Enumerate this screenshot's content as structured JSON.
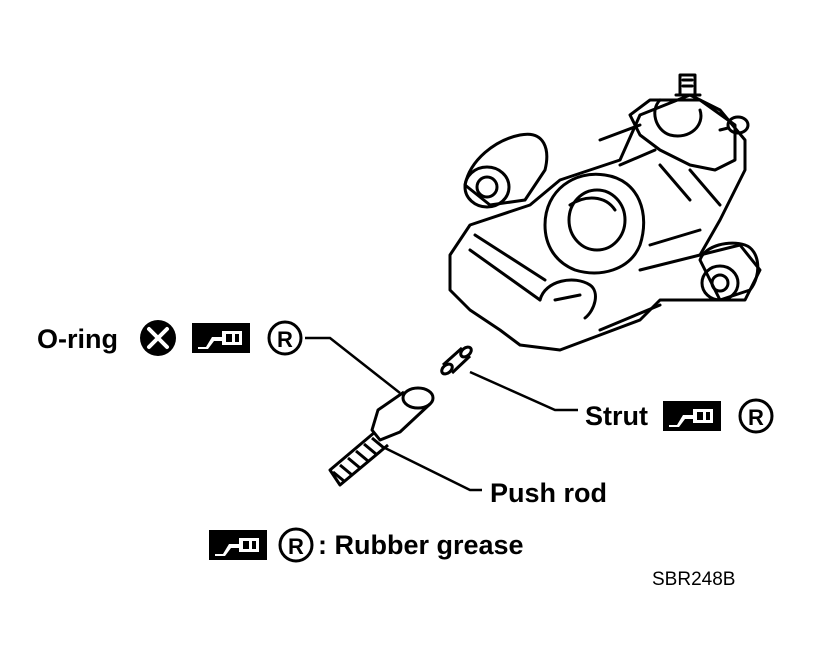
{
  "labels": {
    "o_ring": "O-ring",
    "strut": "Strut",
    "push_rod": "Push rod",
    "legend_text": ": Rubber grease",
    "figure_code": "SBR248B"
  },
  "symbols": {
    "replace_part": "x-circle-icon",
    "grease": "rubber-grease-icon",
    "r_mark": "R"
  },
  "colors": {
    "ink": "#000000",
    "paper": "#ffffff"
  }
}
